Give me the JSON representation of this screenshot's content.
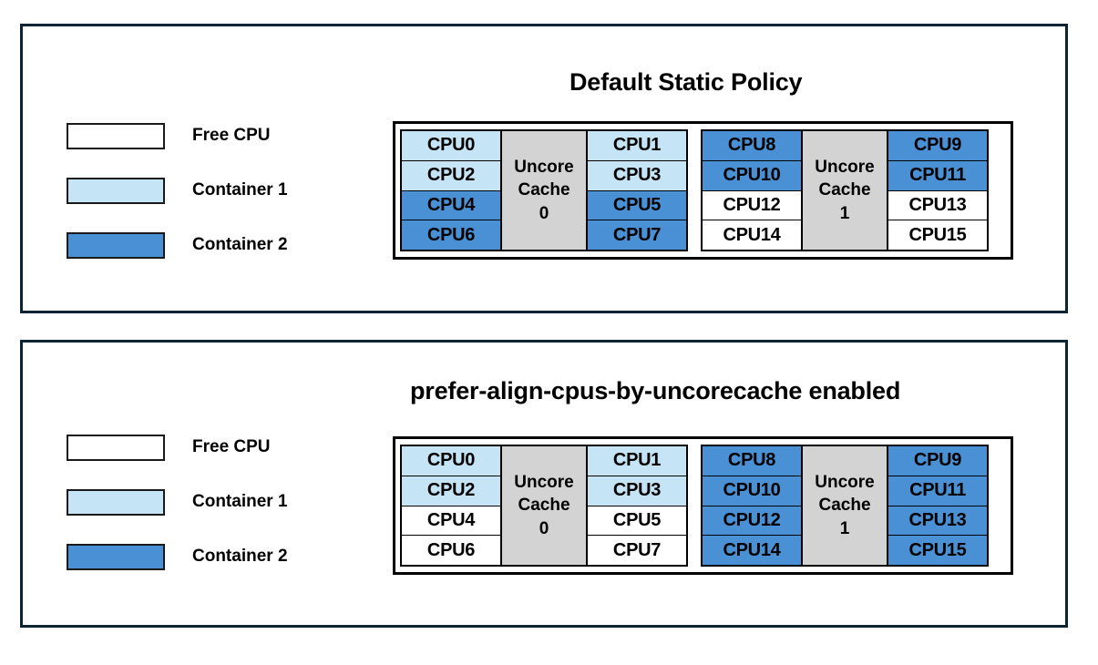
{
  "colors": {
    "free_cpu": "#ffffff",
    "container1": "#c5e4f6",
    "container2": "#4a90d4",
    "uncore_cache": "#d3d3d3",
    "panel_border": "#0b2433",
    "diagram_border": "#000000"
  },
  "panels": [
    {
      "title": "Default Static Policy",
      "legend": [
        {
          "label": "Free CPU",
          "swatch": "free_cpu"
        },
        {
          "label": "Container 1",
          "swatch": "container1"
        },
        {
          "label": "Container 2",
          "swatch": "container2"
        }
      ],
      "cache_groups": [
        {
          "cache_label_line1": "Uncore",
          "cache_label_line2": "Cache",
          "cache_label_line3": "0",
          "left_column": [
            {
              "label": "CPU0",
              "state": "container1"
            },
            {
              "label": "CPU2",
              "state": "container1"
            },
            {
              "label": "CPU4",
              "state": "container2"
            },
            {
              "label": "CPU6",
              "state": "container2"
            }
          ],
          "right_column": [
            {
              "label": "CPU1",
              "state": "container1"
            },
            {
              "label": "CPU3",
              "state": "container1"
            },
            {
              "label": "CPU5",
              "state": "container2"
            },
            {
              "label": "CPU7",
              "state": "container2"
            }
          ]
        },
        {
          "cache_label_line1": "Uncore",
          "cache_label_line2": "Cache",
          "cache_label_line3": "1",
          "left_column": [
            {
              "label": "CPU8",
              "state": "container2"
            },
            {
              "label": "CPU10",
              "state": "container2"
            },
            {
              "label": "CPU12",
              "state": "free_cpu"
            },
            {
              "label": "CPU14",
              "state": "free_cpu"
            }
          ],
          "right_column": [
            {
              "label": "CPU9",
              "state": "container2"
            },
            {
              "label": "CPU11",
              "state": "container2"
            },
            {
              "label": "CPU13",
              "state": "free_cpu"
            },
            {
              "label": "CPU15",
              "state": "free_cpu"
            }
          ]
        }
      ]
    },
    {
      "title": "prefer-align-cpus-by-uncorecache enabled",
      "legend": [
        {
          "label": "Free CPU",
          "swatch": "free_cpu"
        },
        {
          "label": "Container 1",
          "swatch": "container1"
        },
        {
          "label": "Container 2",
          "swatch": "container2"
        }
      ],
      "cache_groups": [
        {
          "cache_label_line1": "Uncore",
          "cache_label_line2": "Cache",
          "cache_label_line3": "0",
          "left_column": [
            {
              "label": "CPU0",
              "state": "container1"
            },
            {
              "label": "CPU2",
              "state": "container1"
            },
            {
              "label": "CPU4",
              "state": "free_cpu"
            },
            {
              "label": "CPU6",
              "state": "free_cpu"
            }
          ],
          "right_column": [
            {
              "label": "CPU1",
              "state": "container1"
            },
            {
              "label": "CPU3",
              "state": "container1"
            },
            {
              "label": "CPU5",
              "state": "free_cpu"
            },
            {
              "label": "CPU7",
              "state": "free_cpu"
            }
          ]
        },
        {
          "cache_label_line1": "Uncore",
          "cache_label_line2": "Cache",
          "cache_label_line3": "1",
          "left_column": [
            {
              "label": "CPU8",
              "state": "container2"
            },
            {
              "label": "CPU10",
              "state": "container2"
            },
            {
              "label": "CPU12",
              "state": "container2"
            },
            {
              "label": "CPU14",
              "state": "container2"
            }
          ],
          "right_column": [
            {
              "label": "CPU9",
              "state": "container2"
            },
            {
              "label": "CPU11",
              "state": "container2"
            },
            {
              "label": "CPU13",
              "state": "container2"
            },
            {
              "label": "CPU15",
              "state": "container2"
            }
          ]
        }
      ]
    }
  ]
}
